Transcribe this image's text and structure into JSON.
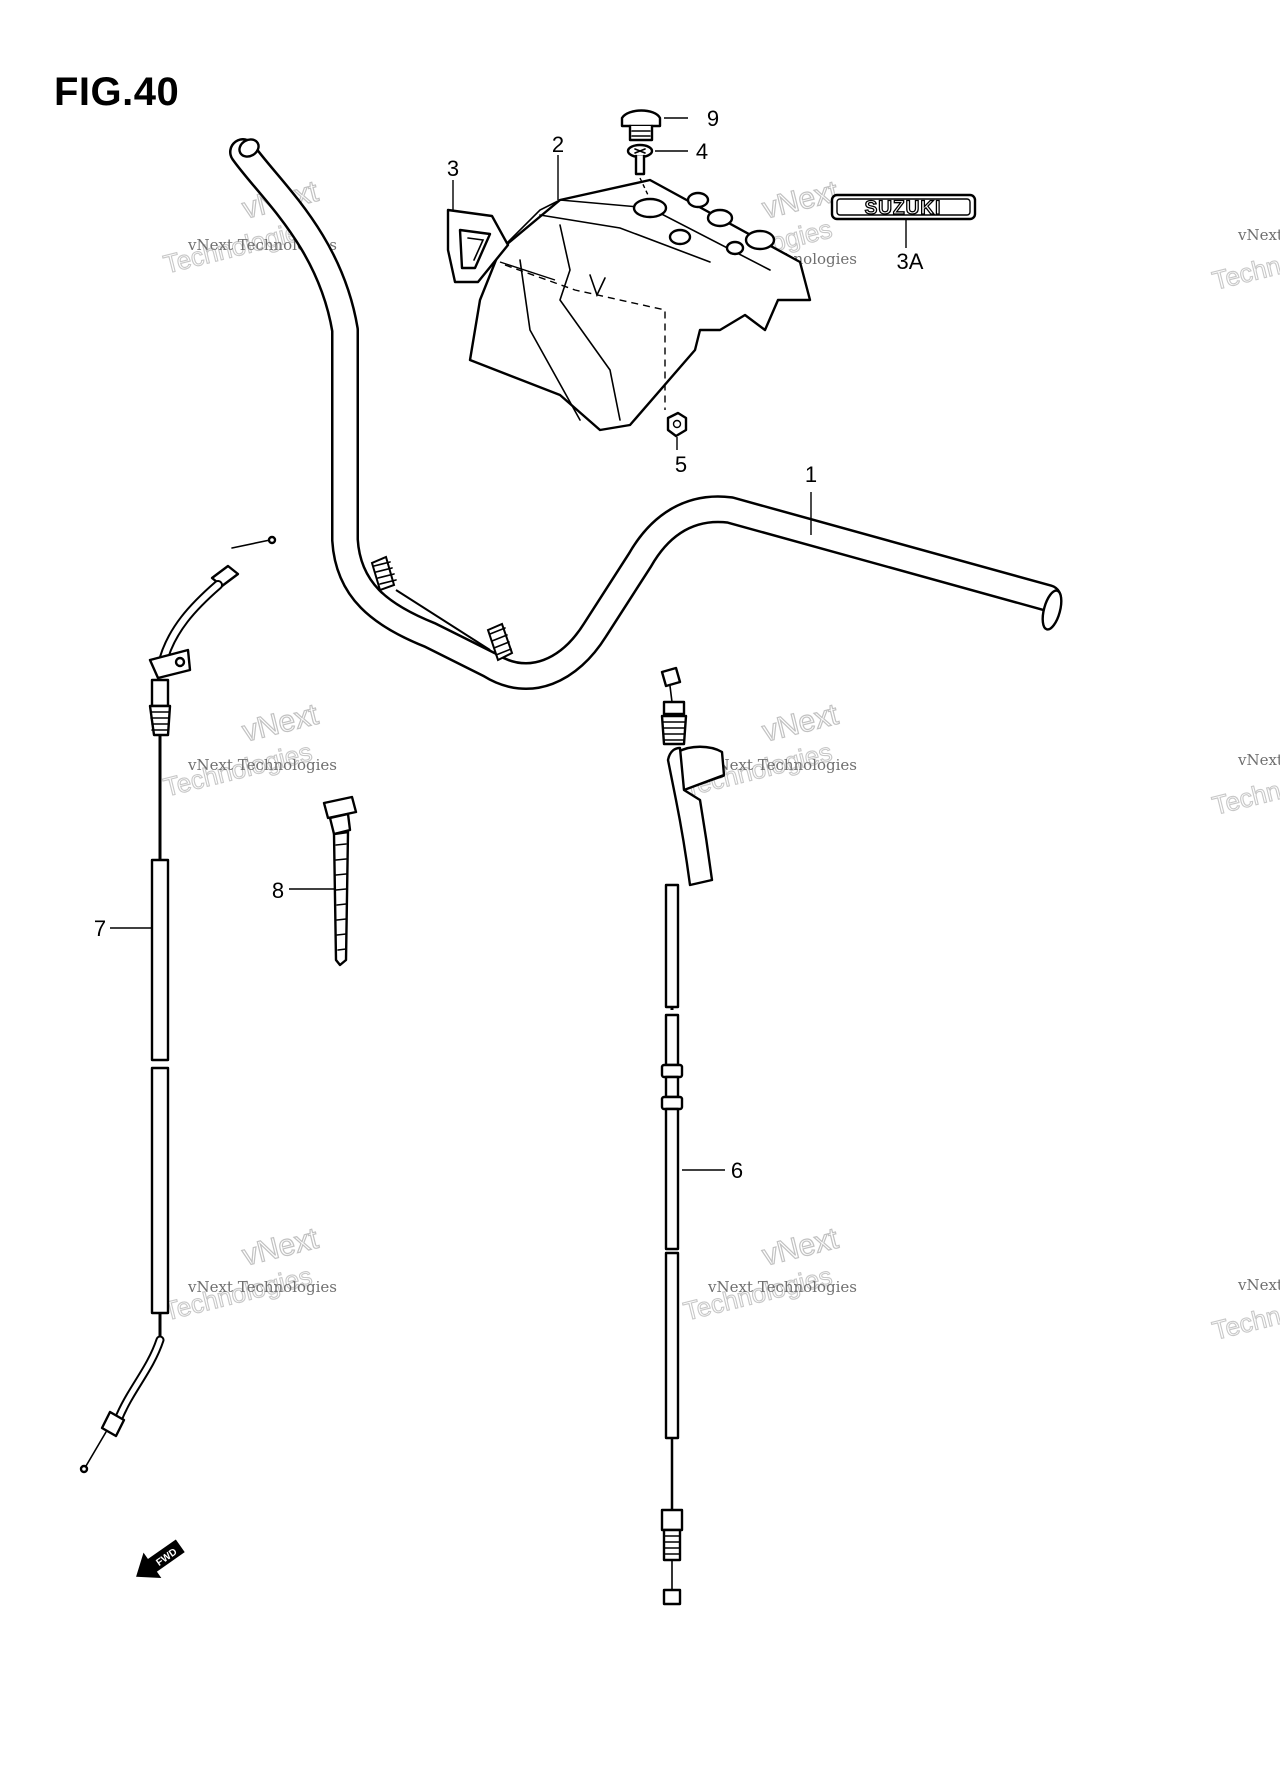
{
  "figure": {
    "title": "FIG.40"
  },
  "callouts": [
    {
      "id": "1",
      "label": "1"
    },
    {
      "id": "2",
      "label": "2"
    },
    {
      "id": "3",
      "label": "3"
    },
    {
      "id": "3A",
      "label": "3A"
    },
    {
      "id": "4",
      "label": "4"
    },
    {
      "id": "5",
      "label": "5"
    },
    {
      "id": "6",
      "label": "6"
    },
    {
      "id": "7",
      "label": "7"
    },
    {
      "id": "8",
      "label": "8"
    },
    {
      "id": "9",
      "label": "9"
    }
  ],
  "emblem": {
    "text": "SUZUKI"
  },
  "fwd_arrow": {
    "text": "FWD"
  },
  "watermark": {
    "line1": "vNext Technologies",
    "line2": "vNext",
    "line3": "Technologies"
  },
  "colors": {
    "ink": "#000000",
    "background": "#ffffff",
    "watermark": "#c2c2c2"
  }
}
